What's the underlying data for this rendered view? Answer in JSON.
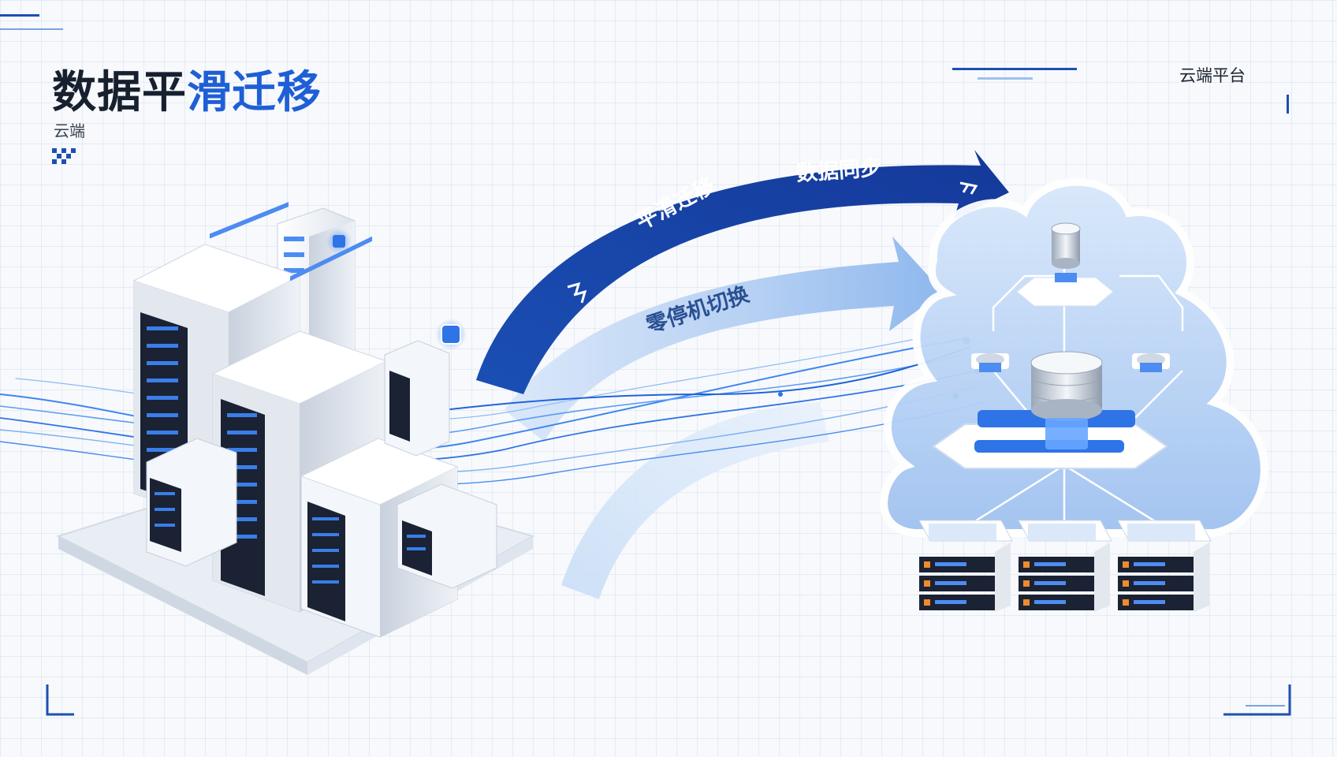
{
  "header": {
    "title_part1": "数据平",
    "title_part2": "滑迁移",
    "subtitle": "云端"
  },
  "top_right": {
    "label": "云端平台"
  },
  "arrows": {
    "top_primary": "平滑迁移",
    "top_secondary": "数据同步",
    "middle": "零停机切换"
  },
  "colors": {
    "accent_blue": "#1f5fd6",
    "arrow_dark": "#1d4aa8",
    "arrow_light": "#8fb8ee",
    "cloud": "#bcd6f7",
    "server_light": "#eef2f7",
    "server_dark": "#1a2233"
  },
  "icons": {
    "chevrons": "double-chevron-icon",
    "pixel_mark": "pixel-grid-icon",
    "database": "database-icon",
    "server": "server-rack-icon",
    "cloud": "cloud-icon"
  }
}
